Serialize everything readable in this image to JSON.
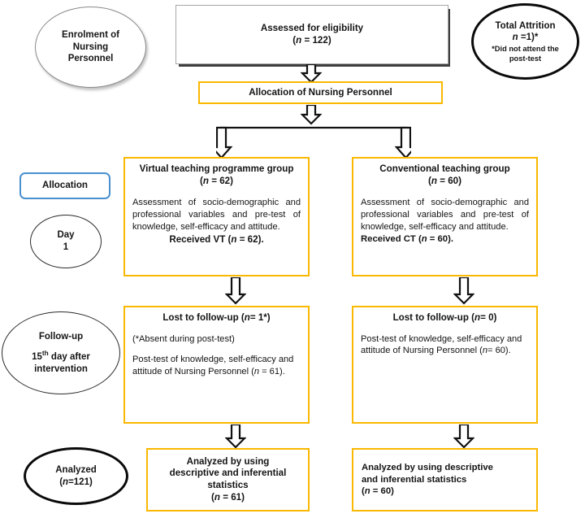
{
  "diagram": {
    "title": "CONSORT-style participant flow diagram for nursing personnel virtual vs conventional teaching study",
    "accent_yellow": "#fbb800",
    "accent_blue": "#4a90cf",
    "accent_gray": "#a6a6a6"
  },
  "stages": {
    "enrolment": {
      "line1": "Enrolment of",
      "line2": "Nursing",
      "line3": "Personnel"
    },
    "attrition": {
      "line1": "Total Attrition",
      "line2": "(n =1)*",
      "note1": "*Did not attend the",
      "note2": "post-test"
    },
    "allocation_label": "Allocation",
    "day": {
      "line1": "Day",
      "line2": "1"
    },
    "followup": {
      "line1": "Follow-up",
      "line2": "15th day after",
      "line3": "intervention"
    },
    "analyzed": {
      "line1": "Analyzed",
      "line2": "(n=121)"
    }
  },
  "nodes": {
    "assessed": {
      "line1": "Assessed for eligibility",
      "line2": "(n = 122)"
    },
    "allocation": {
      "line1": "Allocation of Nursing Personnel"
    },
    "vt_group": {
      "title1": "Virtual teaching programme group",
      "title2": "(n = 62)",
      "body": "Assessment of socio-demographic and professional variables and pre-test of knowledge, self-efficacy and attitude.",
      "received": "Received VT (n = 62)."
    },
    "ct_group": {
      "title1": "Conventional teaching group",
      "title2": "(n = 60)",
      "body": "Assessment of socio-demographic and professional variables and pre-test of knowledge, self-efficacy and attitude.",
      "received": "Received CT (n = 60)."
    },
    "vt_followup": {
      "title": "Lost to follow-up (n= 1*)",
      "note": "(*Absent during post-test)",
      "body": "Post-test of knowledge, self-efficacy and attitude of Nursing Personnel (n = 61)."
    },
    "ct_followup": {
      "title": "Lost to follow-up (n= 0)",
      "body": "Post-test of knowledge, self-efficacy and attitude of Nursing Personnel (n= 60)."
    },
    "vt_analyzed": {
      "line1": "Analyzed by using",
      "line2": "descriptive and inferential",
      "line3": "statistics",
      "line4": "(n = 61)"
    },
    "ct_analyzed": {
      "line1": "Analyzed by using descriptive",
      "line2": "and inferential statistics",
      "line3": "(n = 60)"
    }
  }
}
